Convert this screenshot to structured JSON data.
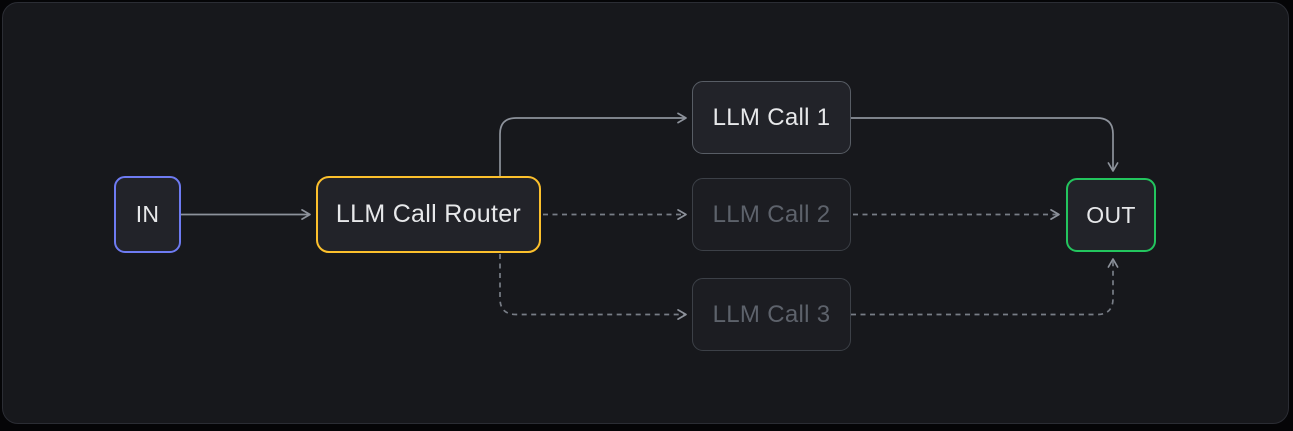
{
  "diagram": {
    "nodes": {
      "in": {
        "label": "IN",
        "state": "active",
        "accent": "#6e7bf2"
      },
      "router": {
        "label": "LLM Call Router",
        "state": "active",
        "accent": "#fcc02c"
      },
      "call1": {
        "label": "LLM Call 1",
        "state": "active",
        "accent": "#585d65"
      },
      "call2": {
        "label": "LLM Call 2",
        "state": "inactive",
        "accent": "#3c4047"
      },
      "call3": {
        "label": "LLM Call 3",
        "state": "inactive",
        "accent": "#3c4047"
      },
      "out": {
        "label": "OUT",
        "state": "active",
        "accent": "#23c55e"
      }
    },
    "edges": [
      {
        "from": "in",
        "to": "router",
        "style": "solid"
      },
      {
        "from": "router",
        "to": "call1",
        "style": "solid"
      },
      {
        "from": "router",
        "to": "call2",
        "style": "dashed"
      },
      {
        "from": "router",
        "to": "call3",
        "style": "dashed"
      },
      {
        "from": "call1",
        "to": "out",
        "style": "solid"
      },
      {
        "from": "call2",
        "to": "out",
        "style": "dashed"
      },
      {
        "from": "call3",
        "to": "out",
        "style": "dashed"
      }
    ],
    "colors": {
      "page_bg": "#050507",
      "canvas_bg": "#17181c",
      "panel_border": "#2b2d34",
      "node_fill": "#222329",
      "node_fill_dim": "#1c1d22",
      "text_bright": "#e7e8ea",
      "text_dim": "#5d626b",
      "edge_solid": "#8d929b",
      "edge_dashed": "#787d86",
      "accent_blue": "#6e7bf2",
      "accent_amber": "#fcc02c",
      "accent_green": "#23c55e",
      "border_active": "#585d65",
      "border_dim": "#3c4047"
    }
  }
}
